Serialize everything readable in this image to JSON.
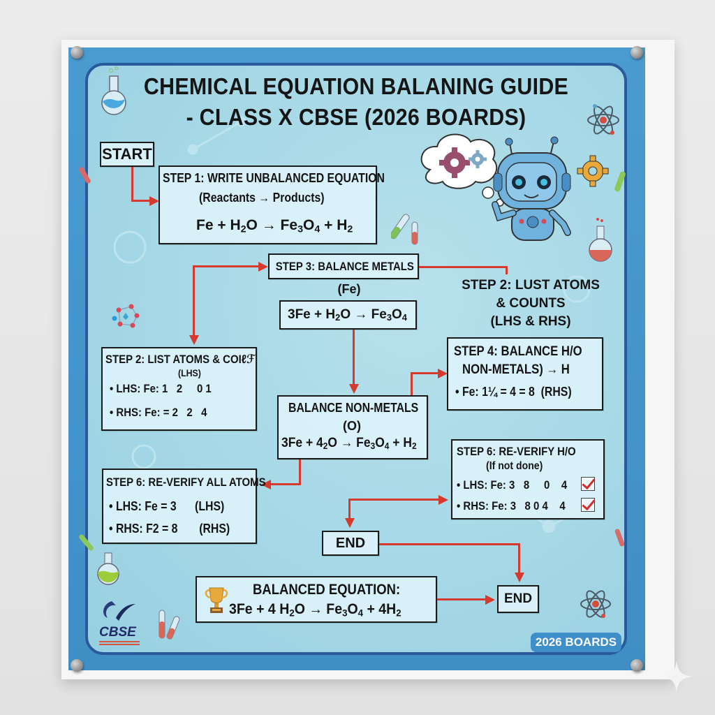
{
  "poster": {
    "title_line1": "CHEMICAL EQUATION BALANING GUIDE",
    "title_line2": "- CLASS X CBSE (2026 BOARDS)",
    "colors": {
      "outer_border": "#3f8fc6",
      "panel_border": "#2a5a9c",
      "panel_background": "#a6d8e6",
      "arrow": "#d63a2f",
      "check": "#d62b2b",
      "badge": "#3e8fc9"
    }
  },
  "flow": {
    "start": {
      "label": "START"
    },
    "step1": {
      "title": "STEP 1: WRITE UNBALANCED EQUATION",
      "subtitle": "(Reactants → Products)",
      "equation": {
        "a": "Fe + H",
        "a_sub": "2",
        "b": "O → Fe",
        "b_sub": "3",
        "c": "O",
        "c_sub": "4",
        "d": " + H",
        "d_sub": "2"
      }
    },
    "step3": {
      "title": "STEP 3: BALANCE METALS",
      "note": "(Fe)",
      "equation": {
        "a": "3Fe + H",
        "a_sub": "2",
        "b": "O → Fe",
        "b_sub": "3",
        "c": "O",
        "c_sub": "4"
      }
    },
    "step2_right": {
      "line1": "STEP 2: LUST ATOMS",
      "line2": "& COUNTS",
      "line3": "(LHS & RHS)"
    },
    "step2_left": {
      "title": "STEP 2:  LIST ATOMS & COIℓℱ",
      "subtitle": "(LHS)",
      "lhs": "• LHS: Fe: 1   2     0 1",
      "rhs": "• RHS: Fe: = 2   2   4"
    },
    "step4": {
      "line1": "STEP 4: BALANCE H/O",
      "line2": "NON-METALS) → H",
      "bullet": "• Fe: 1¼ = 4 = 8  (RHS)"
    },
    "non_metals": {
      "title": "BALANCE NON-METALS",
      "note": "(O)",
      "equation": {
        "a": "3Fe + 4",
        "a_sub": "2",
        "b": "O → Fe",
        "b_sub": "3",
        "c": "O",
        "c_sub": "4",
        "d": " + H",
        "d_sub": "2"
      }
    },
    "step6_left": {
      "title": "STEP 6: RE-VERIFY ALL ATOMS",
      "lhs": "• LHS: Fe = 3      (LHS)",
      "rhs": "• RHS: F2 = 8       (RHS)"
    },
    "step6_right": {
      "title": "STEP 6: RE-VERIFY H/O",
      "subtitle": "(If not done)",
      "lhs": "• LHS: Fe: 3   8     0    4",
      "rhs": "• RHS: Fe: 3   8 0 4    4",
      "lhs_checked": true,
      "rhs_checked": true
    },
    "end_middle": {
      "label": "END"
    },
    "end_right": {
      "label": "END"
    },
    "balanced": {
      "title": "BALANCED EQUATION:",
      "equation": {
        "a": "3Fe + 4 H",
        "a_sub": "2",
        "b": "O → Fe",
        "b_sub": "3",
        "c": "O",
        "c_sub": "4",
        "d": " + 4H",
        "d_sub": "2"
      },
      "icon": "trophy-icon"
    }
  },
  "footer": {
    "logo_text": "CBSE",
    "badge": "2026 BOARDS"
  },
  "decorations": [
    "flask-icon",
    "atom-icon",
    "robot-mascot",
    "thought-bubble-gears",
    "gear-icon",
    "test-tubes-icon",
    "molecule-icon",
    "sparkle-icon"
  ]
}
